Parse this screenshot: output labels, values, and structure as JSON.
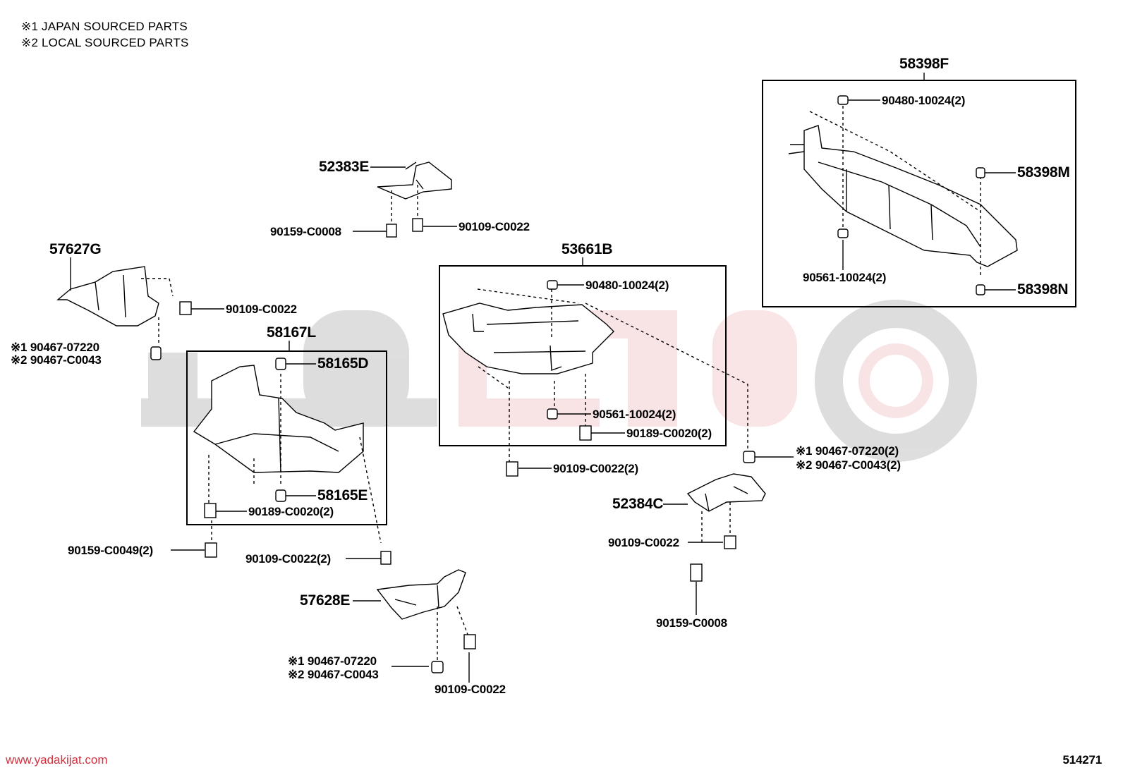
{
  "legend": {
    "line1": "※1 JAPAN SOURCED PARTS",
    "line2": "※2 LOCAL SOURCED PARTS"
  },
  "watermark": {
    "site": "www.yadakijat.com",
    "color": "#d0303e"
  },
  "figure_number": "514271",
  "labels": {
    "p58398F": "58398F",
    "p90480_a": "90480-10024(2)",
    "p58398M": "58398M",
    "p90561_a": "90561-10024(2)",
    "p58398N": "58398N",
    "p52383E": "52383E",
    "p90159_C0008_a": "90159-C0008",
    "p90109_C0022_a": "90109-C0022",
    "p57627G": "57627G",
    "p90109_C0022_b": "90109-C0022",
    "p90467_07220_a": "※1 90467-07220",
    "p90467_C0043_a": "※2 90467-C0043",
    "p58167L": "58167L",
    "p58165D": "58165D",
    "p58165E": "58165E",
    "p90189_a": "90189-C0020(2)",
    "p90159_C0049": "90159-C0049(2)",
    "p90109_2_a": "90109-C0022(2)",
    "p53661B": "53661B",
    "p90480_b": "90480-10024(2)",
    "p90561_b": "90561-10024(2)",
    "p90189_b": "90189-C0020(2)",
    "p90109_2_b": "90109-C0022(2)",
    "p90467_07220_b": "※1 90467-07220(2)",
    "p90467_C0043_b": "※2 90467-C0043(2)",
    "p52384C": "52384C",
    "p90109_C0022_c": "90109-C0022",
    "p90159_C0008_b": "90159-C0008",
    "p57628E": "57628E",
    "p90467_07220_c": "※1 90467-07220",
    "p90467_C0043_c": "※2 90467-C0043",
    "p90109_C0022_d": "90109-C0022"
  }
}
